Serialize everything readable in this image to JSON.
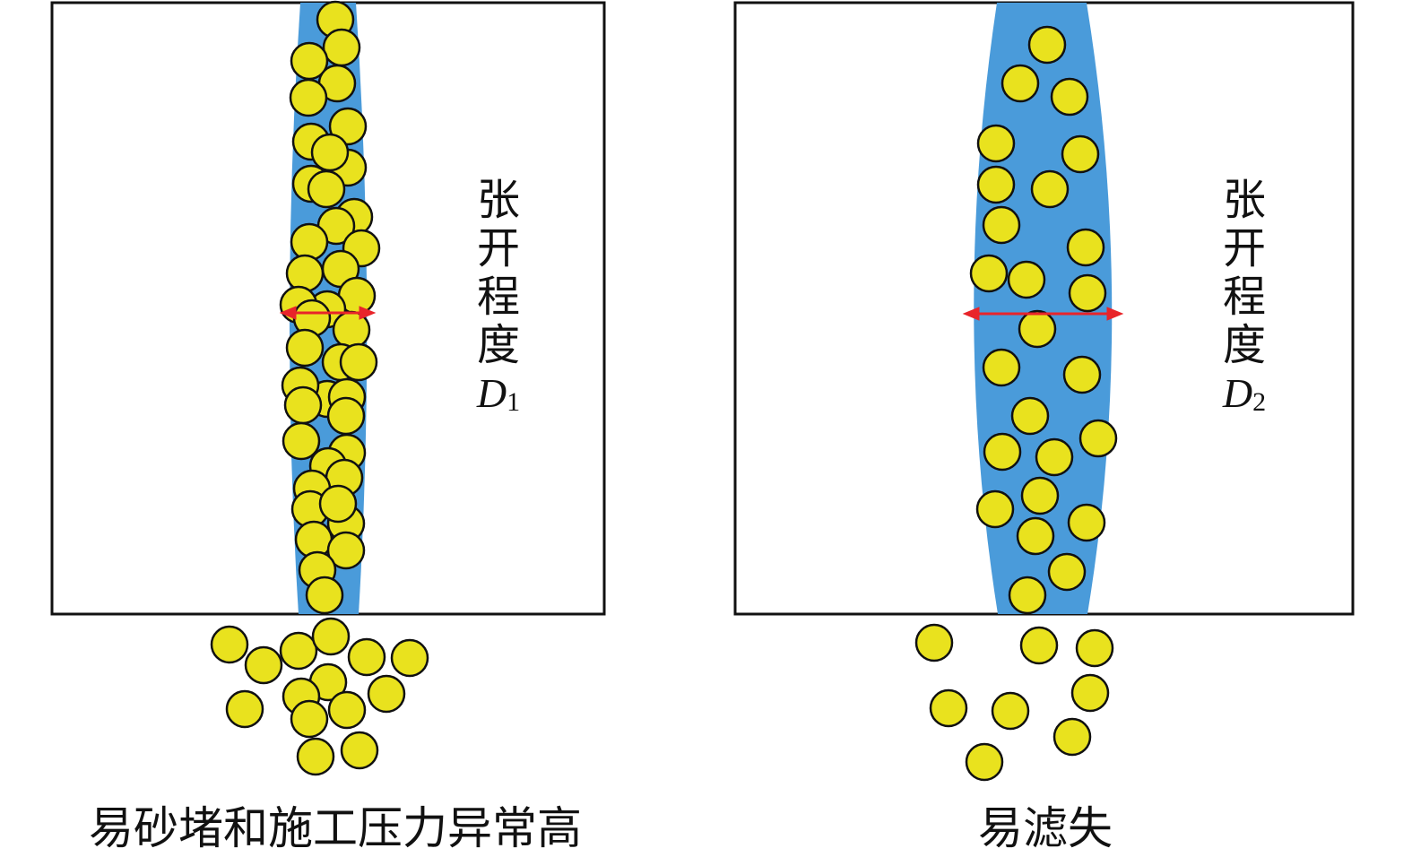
{
  "colors": {
    "fracture": "#4A9BDA",
    "particle": "#E9E21E",
    "arrow": "#E8242A",
    "outline": "#111111"
  },
  "left_panel": {
    "label_chars": [
      "张",
      "开",
      "程",
      "度"
    ],
    "width_symbol": "D",
    "width_subscript": "1",
    "caption": "易砂堵和施工压力异常高"
  },
  "right_panel": {
    "label_chars": [
      "张",
      "开",
      "程",
      "度"
    ],
    "width_symbol": "D",
    "width_subscript": "2",
    "caption": "易滤失"
  }
}
